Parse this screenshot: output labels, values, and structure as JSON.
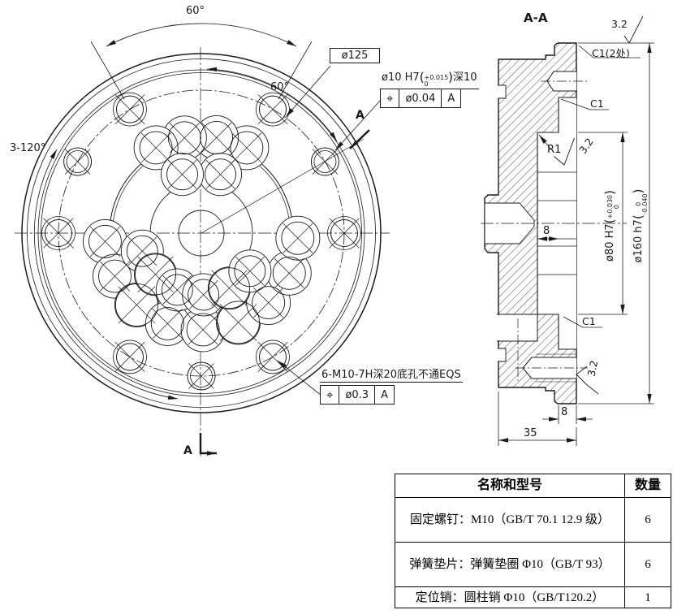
{
  "front_view": {
    "dims": {
      "angle_top": "60°",
      "angle_inner": "60°",
      "angle_pattern": "3-120°",
      "bolt_circle": "ø125"
    },
    "dowel_callout": {
      "text": "ø10 H7",
      "tol_upper": "+0.015",
      "tol_lower": "0",
      "suffix": "深10",
      "fcf": {
        "symbol": "⌖",
        "tolerance": "ø0.04",
        "datum": "A"
      }
    },
    "thread_callout": {
      "text": "6-M10-7H深20底孔不通EQS",
      "fcf": {
        "symbol": "⌖",
        "tolerance": "ø0.3",
        "datum": "A"
      }
    },
    "section_arrow_label_top": "A",
    "section_arrow_label_bottom": "A"
  },
  "section_view": {
    "title": "A-A",
    "roughness_top": "3.2",
    "roughness_mid": "3.2",
    "roughness_bottom": "3.2",
    "chamfer_double": "C1(2处)",
    "chamfer_top": "C1",
    "chamfer_bottom": "C1",
    "fillet": "R1",
    "dims": {
      "bore_depth": "8",
      "rim_width": "8",
      "total_width": "35",
      "bore": {
        "text": "ø80 H7",
        "tol_upper": "+0.030",
        "tol_lower": "0"
      },
      "od": {
        "text": "ø160 h7",
        "tol_upper": "0",
        "tol_lower": "-0.040"
      }
    }
  },
  "parts_table": {
    "headers": {
      "name": "名称和型号",
      "qty": "数量"
    },
    "rows": [
      {
        "name": "固定螺钉：M10（GB/T 70.1 12.9 级）",
        "qty": "6"
      },
      {
        "name": "弹簧垫片：弹簧垫圈 Φ10（GB/T 93）",
        "qty": "6"
      },
      {
        "name": "定位销：圆柱销 Φ10（GB/T120.2）",
        "qty": "1"
      }
    ]
  }
}
